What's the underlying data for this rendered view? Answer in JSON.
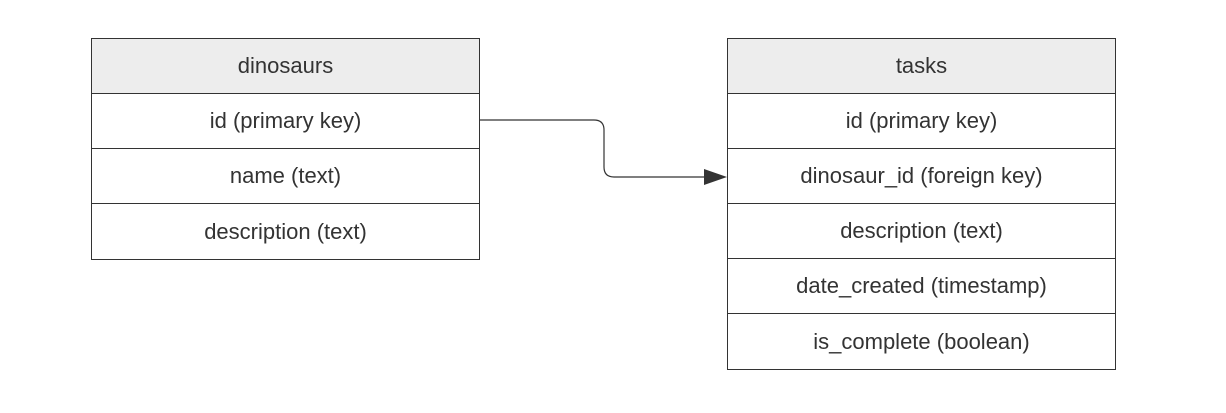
{
  "entities": [
    {
      "title": "dinosaurs",
      "fields": [
        "id (primary key)",
        "name (text)",
        "description (text)"
      ]
    },
    {
      "title": "tasks",
      "fields": [
        "id (primary key)",
        "dinosaur_id (foreign key)",
        "description (text)",
        "date_created (timestamp)",
        "is_complete (boolean)"
      ]
    }
  ],
  "relationship": {
    "from": "dinosaurs.id (primary key)",
    "to": "tasks.dinosaur_id (foreign key)"
  },
  "colors": {
    "line": "#333333",
    "header_fill": "#ededed"
  }
}
